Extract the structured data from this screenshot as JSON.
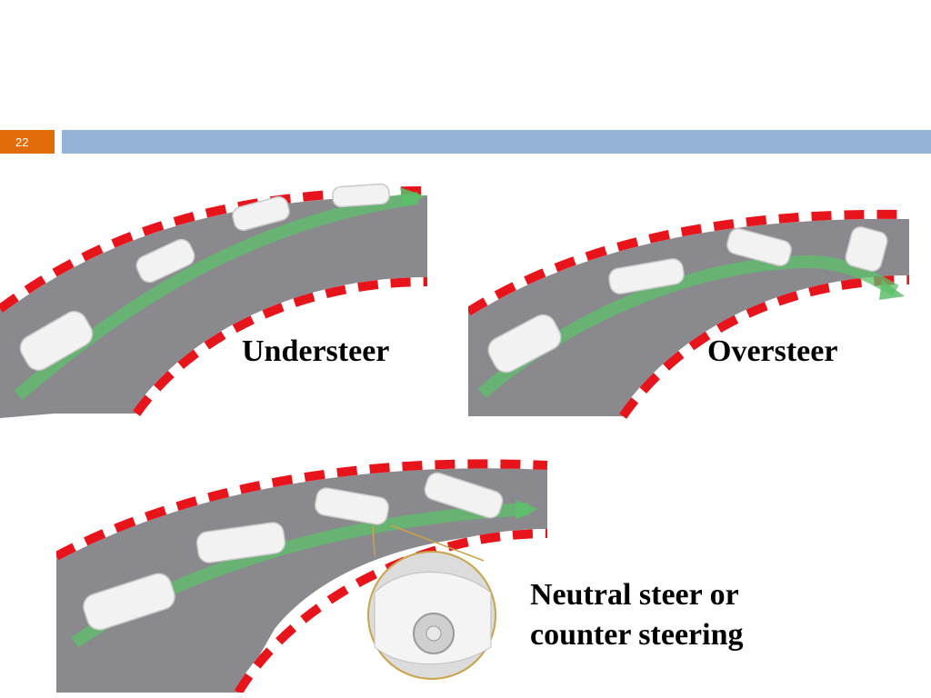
{
  "slide": {
    "number": "22"
  },
  "colors": {
    "accent_orange": "#e36c0a",
    "header_blue": "#95b3d7",
    "track_gray": "#8a8a8e",
    "curb_red": "#e8141c",
    "path_green": "#5cbf6a"
  },
  "figures": {
    "understeer": {
      "caption": "Understeer"
    },
    "oversteer": {
      "caption": "Oversteer"
    },
    "neutral": {
      "caption_line1": "Neutral steer or",
      "caption_line2": "counter steering"
    }
  }
}
